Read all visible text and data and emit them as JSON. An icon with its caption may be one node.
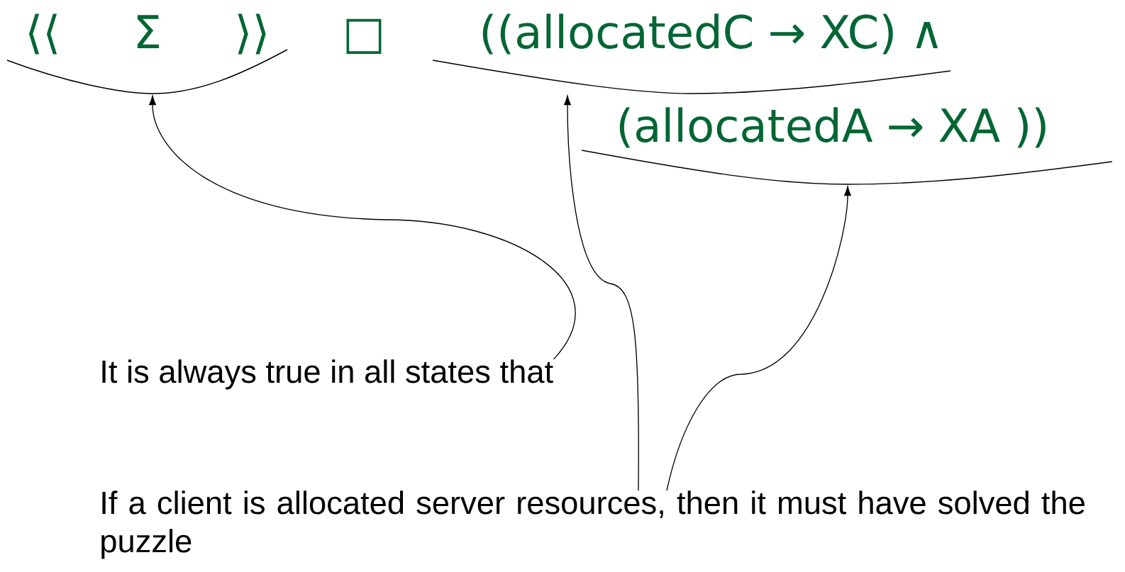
{
  "diagram": {
    "nodes": [
      {
        "text": [
          "⟨⟨ Σ ⟩⟩ □"
        ]
      },
      {
        "text": [
          "((allocatedC → XC) ∧"
        ]
      },
      {
        "text": [
          "(allocatedA → XA ))"
        ]
      },
      {
        "text": [
          "It is always true in all states that"
        ]
      },
      {
        "text": [
          "If a client is allocated server resources, then it must have solved the puzzle"
        ]
      }
    ],
    "edges": [
      {
        "from": 3,
        "to": 0,
        "arrow": "to"
      },
      {
        "from": 4,
        "to": 1,
        "arrow": "to"
      },
      {
        "from": 4,
        "to": 2,
        "arrow": "to"
      }
    ]
  }
}
